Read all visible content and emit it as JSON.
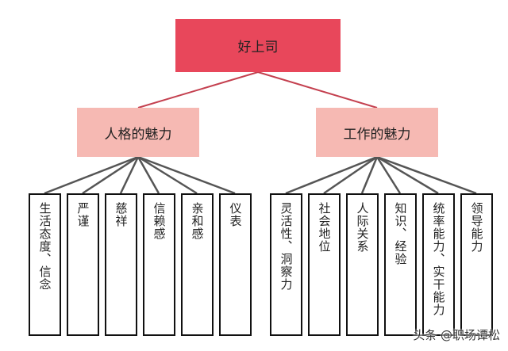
{
  "root": {
    "label": "好上司"
  },
  "branches": [
    {
      "label": "人格的魅力",
      "leaves": [
        "生活态度、信念",
        "严谨",
        "慈祥",
        "信赖感",
        "亲和感",
        "仪表"
      ]
    },
    {
      "label": "工作的魅力",
      "leaves": [
        "灵活性、洞察力",
        "社会地位",
        "人际关系",
        "知识、经验",
        "统率能力、实干能力",
        "领导能力"
      ]
    }
  ],
  "watermark": "头条 @职场谭松",
  "colors": {
    "root": "#e8475b",
    "branch": "#f6b9b3",
    "root_link": "#c4404f",
    "leaf_link": "#555555",
    "leaf_border": "#111111"
  }
}
